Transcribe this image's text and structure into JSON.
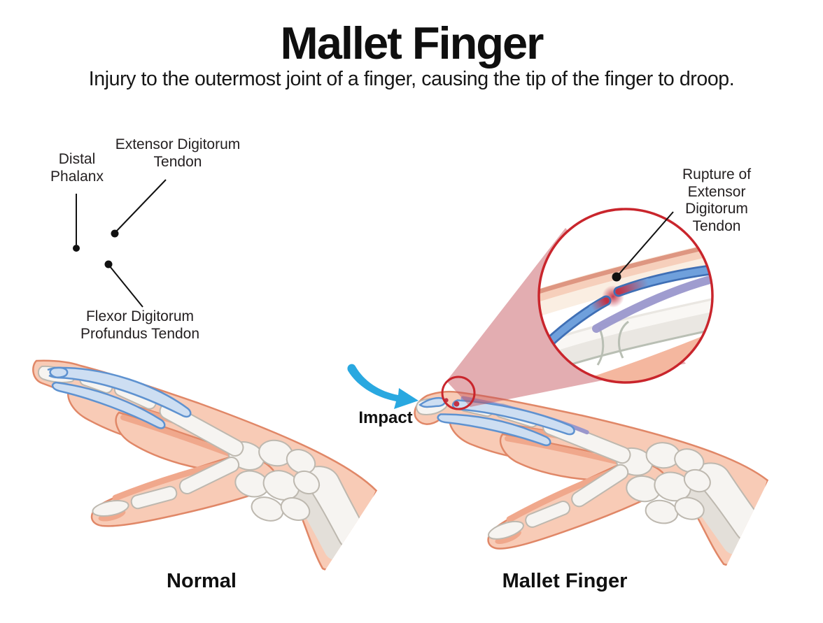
{
  "header": {
    "title": "Mallet Finger",
    "subtitle": "Injury to the outermost joint of a finger, causing the tip of the finger to droop."
  },
  "annotations": {
    "distal_phalanx": {
      "line1": "Distal",
      "line2": "Phalanx"
    },
    "extensor_tendon": {
      "line1": "Extensor Digitorum",
      "line2": "Tendon"
    },
    "flexor_tendon": {
      "line1": "Flexor Digitorum",
      "line2": "Profundus Tendon"
    },
    "rupture": {
      "line1": "Rupture of Extensor",
      "line2": "Digitorum Tendon"
    },
    "impact": "Impact"
  },
  "captions": {
    "normal": "Normal",
    "mallet": "Mallet Finger"
  },
  "colors": {
    "text": "#231f20",
    "highlight_red": "#c9252c",
    "impact_blue": "#29a8e0",
    "tendon_blue_outline": "#5e92d0",
    "tendon_blue_fill": "#cddef2",
    "tendon_dark_blue": "#3f6fb5",
    "tendon_core_blue": "#6fa0dc",
    "tendon_lateral": "#9a97cc",
    "rupture_red": "#c23145",
    "skin": "#f8cbb6",
    "skin_outline": "#e08767",
    "skin_shade": "#f0a88c",
    "bone": "#f6f4f1",
    "bone_outline": "#bdb8af",
    "bone_shadow": "#e3dfd9",
    "inset_cream": "#faeee2",
    "inset_skin_top": "#f6cfbb",
    "inset_skin_edge": "#de9681",
    "inset_bone_band": "#eae7e2",
    "inset_bone_edge": "#b9bfb4",
    "inset_lower_skin": "#f4b79f",
    "inset_lower_edge": "#d2815f",
    "cone_rose": "rgba(197,83,93,0.48)"
  }
}
